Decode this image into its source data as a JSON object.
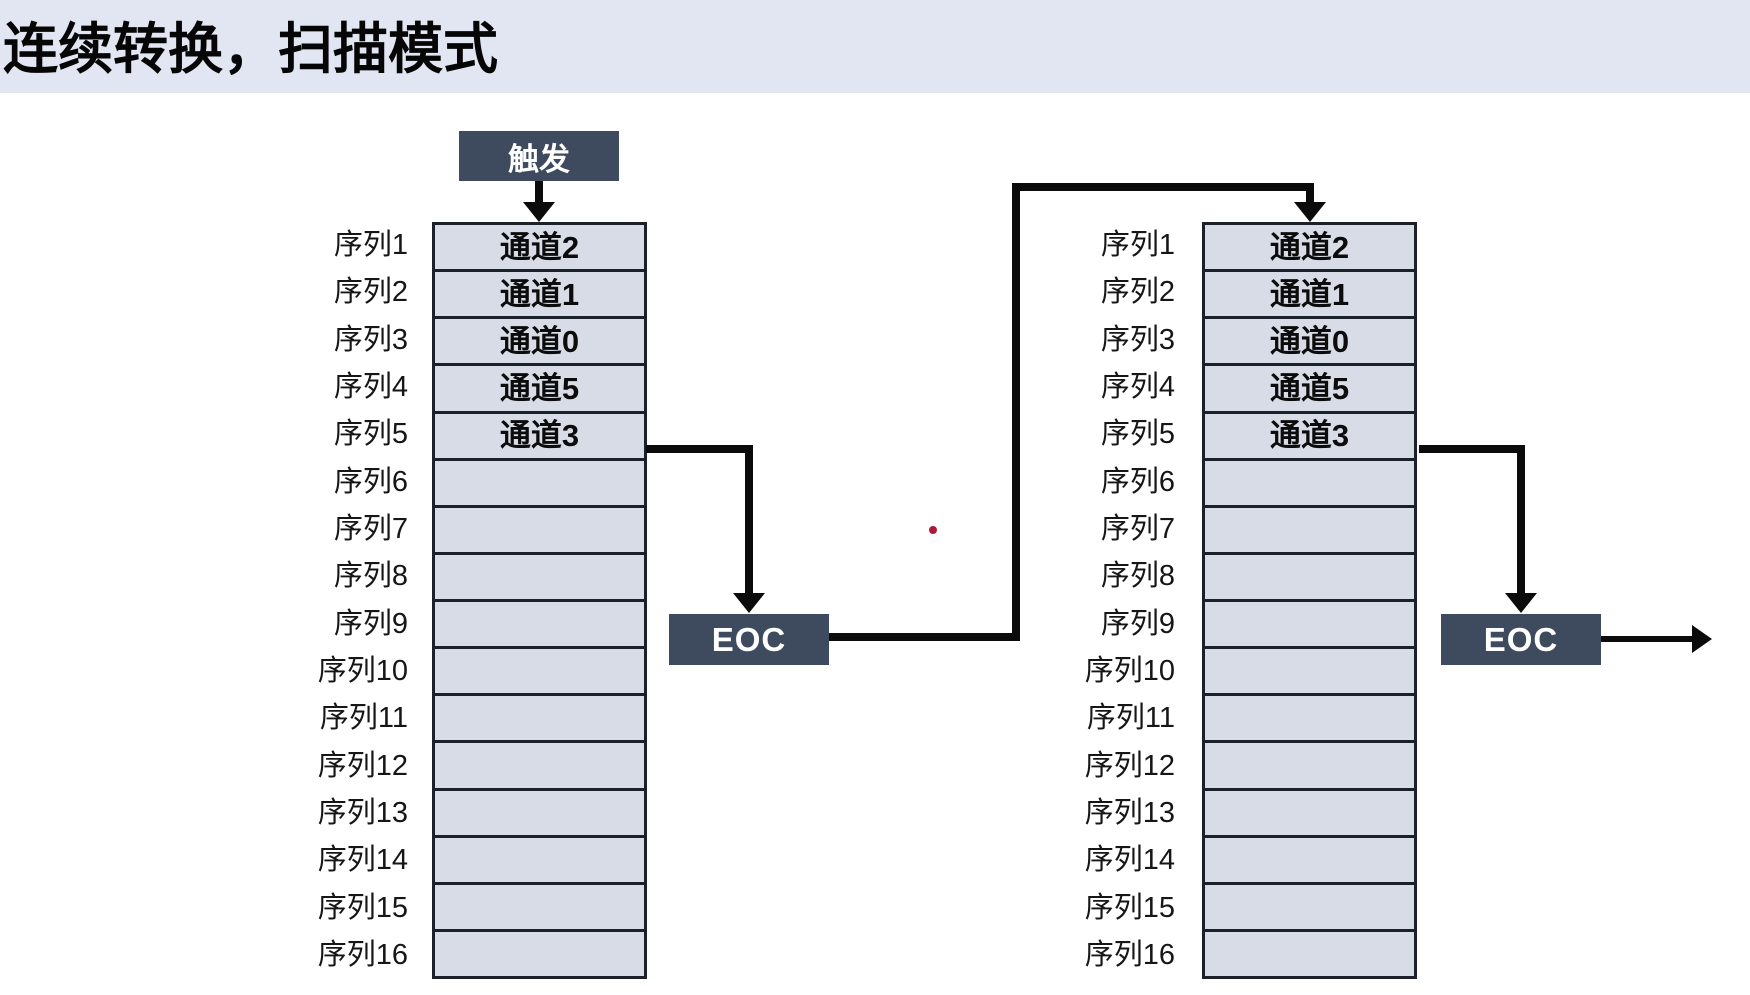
{
  "title": "连续转换，扫描模式",
  "trigger": {
    "label": "触发"
  },
  "eoc": {
    "label": "EOC"
  },
  "sequencer": {
    "row_labels": [
      "序列1",
      "序列2",
      "序列3",
      "序列4",
      "序列5",
      "序列6",
      "序列7",
      "序列8",
      "序列9",
      "序列10",
      "序列11",
      "序列12",
      "序列13",
      "序列14",
      "序列15",
      "序列16"
    ],
    "row_values": [
      "通道2",
      "通道1",
      "通道0",
      "通道5",
      "通道3",
      "",
      "",
      "",
      "",
      "",
      "",
      "",
      "",
      "",
      "",
      ""
    ]
  },
  "colors": {
    "header_bg": "#e2e6f3",
    "box_bg": "#3e4a5e",
    "box_text": "#ffffff",
    "row_fill": "#d7dce7",
    "row_border": "#1b202b",
    "connector": "#0b0b0b",
    "pointer_dot": "#ad1a38"
  },
  "pointer_dot": {
    "shape": "small-red-dot"
  }
}
